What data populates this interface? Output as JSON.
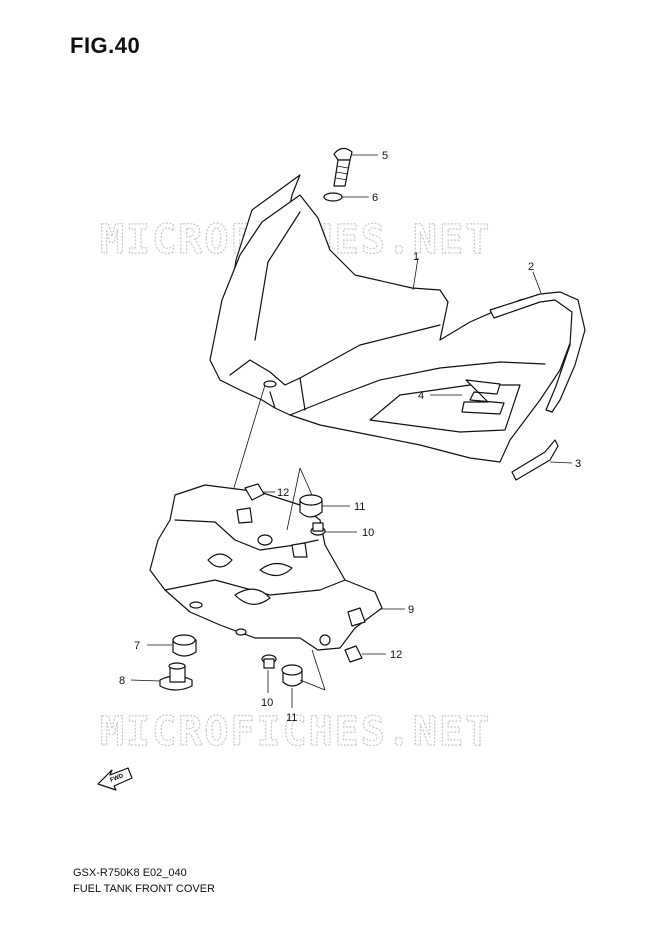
{
  "figure": {
    "title": "FIG.40",
    "code": "GSX-R750K8 E02_040",
    "description": "FUEL TANK FRONT COVER"
  },
  "watermark": {
    "text": "MICROFICHES.NET"
  },
  "callouts": {
    "c1": "1",
    "c2": "2",
    "c3": "3",
    "c4": "4",
    "c5": "5",
    "c6": "6",
    "c7": "7",
    "c8": "8",
    "c9": "9",
    "c10a": "10",
    "c10b": "10",
    "c11a": "11",
    "c11b": "11",
    "c12a": "12",
    "c12b": "12"
  },
  "fwd_label": "FWD"
}
